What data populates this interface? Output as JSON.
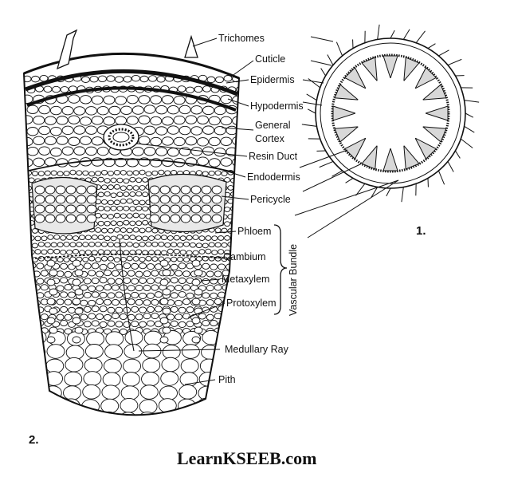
{
  "figure": {
    "labels": {
      "trichomes": "Trichomes",
      "cuticle": "Cuticle",
      "epidermis": "Epidermis",
      "hypodermis": "Hypodermis",
      "general": "General",
      "cortex": "Cortex",
      "resin_duct": "Resin Duct",
      "endodermis": "Endodermis",
      "pericycle": "Pericycle",
      "phloem": "Phloem",
      "cambium": "Cambium",
      "metaxylem": "Metaxylem",
      "protoxylem": "Protoxylem",
      "medullary_ray": "Medullary Ray",
      "pith": "Pith",
      "vascular_bundle": "Vascular Bundle"
    },
    "numbers": {
      "detail": "2.",
      "whole": "1."
    },
    "brand": "LearnKSEEB.com"
  }
}
